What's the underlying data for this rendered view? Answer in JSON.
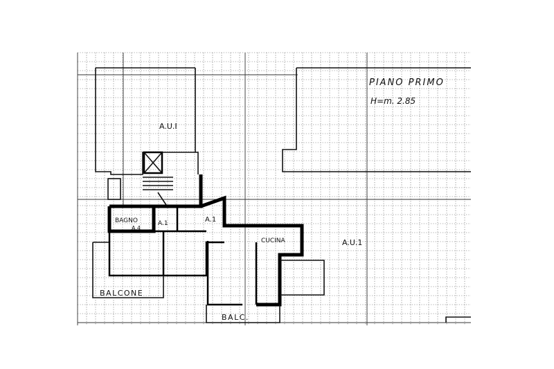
{
  "plan": {
    "title": "PIANO PRIMO",
    "height_note": "H=m. 2.85",
    "units": {
      "au1_north": "A.U.I",
      "au1_east": "A.U.1"
    },
    "rooms": {
      "bagno": "BAGNO",
      "bagno_sub": "A.4",
      "a1_small": "A.1",
      "a1": "A.1",
      "cucina": "CUCINA"
    },
    "balconies": {
      "balcone": "BALCONE",
      "balc": "BALC."
    }
  }
}
